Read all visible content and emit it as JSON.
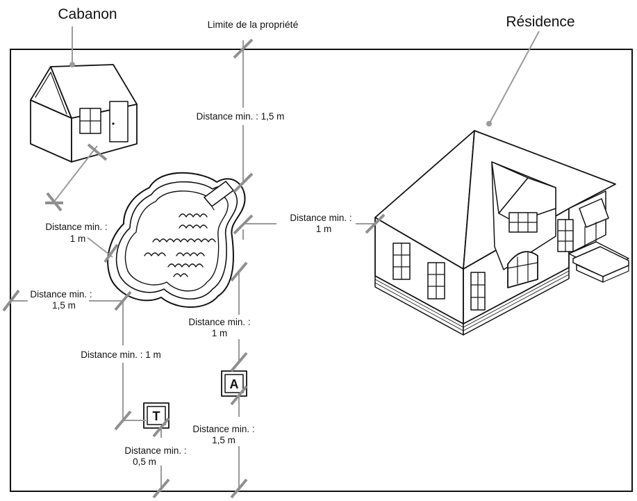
{
  "labels": {
    "shed": "Cabanon",
    "property_limit": "Limite de la propriété",
    "residence": "Résidence",
    "dist_limit_pool": "Distance min. : 1,5 m",
    "dist_shed_line1": "Distance min. :",
    "dist_shed_line2": "1 m",
    "dist_house_line1": "Distance min. :",
    "dist_house_line2": "1 m",
    "dist_left_line1": "Distance min. :",
    "dist_left_line2": "1,5 m",
    "dist_pool_a_line1": "Distance min. :",
    "dist_pool_a_line2": "1 m",
    "dist_pool_t": "Distance min. : 1 m",
    "dist_a_limit_line1": "Distance min. :",
    "dist_a_limit_line2": "1,5 m",
    "dist_t_limit_line1": "Distance min. :",
    "dist_t_limit_line2": "0,5 m",
    "box_a": "A",
    "box_t": "T"
  },
  "colors": {
    "ink": "#111111",
    "leader_gray": "#9a9a9a",
    "background": "#ffffff"
  }
}
